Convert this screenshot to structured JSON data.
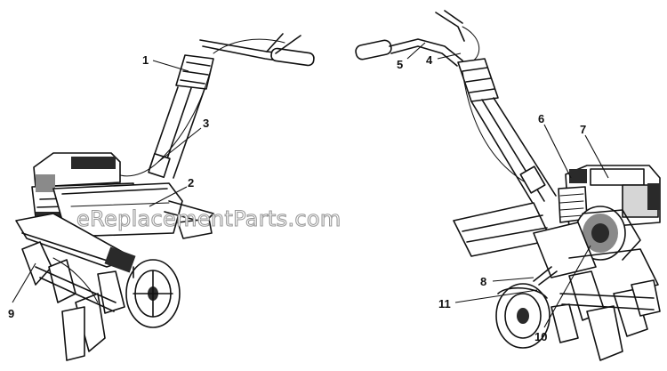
{
  "watermark": "eReplacementParts.com",
  "callouts": [
    {
      "label": "1"
    },
    {
      "label": "2"
    },
    {
      "label": "3"
    },
    {
      "label": "4"
    },
    {
      "label": "5"
    },
    {
      "label": "6"
    },
    {
      "label": "7"
    },
    {
      "label": "8"
    },
    {
      "label": "9"
    },
    {
      "label": "10"
    },
    {
      "label": "11"
    }
  ]
}
